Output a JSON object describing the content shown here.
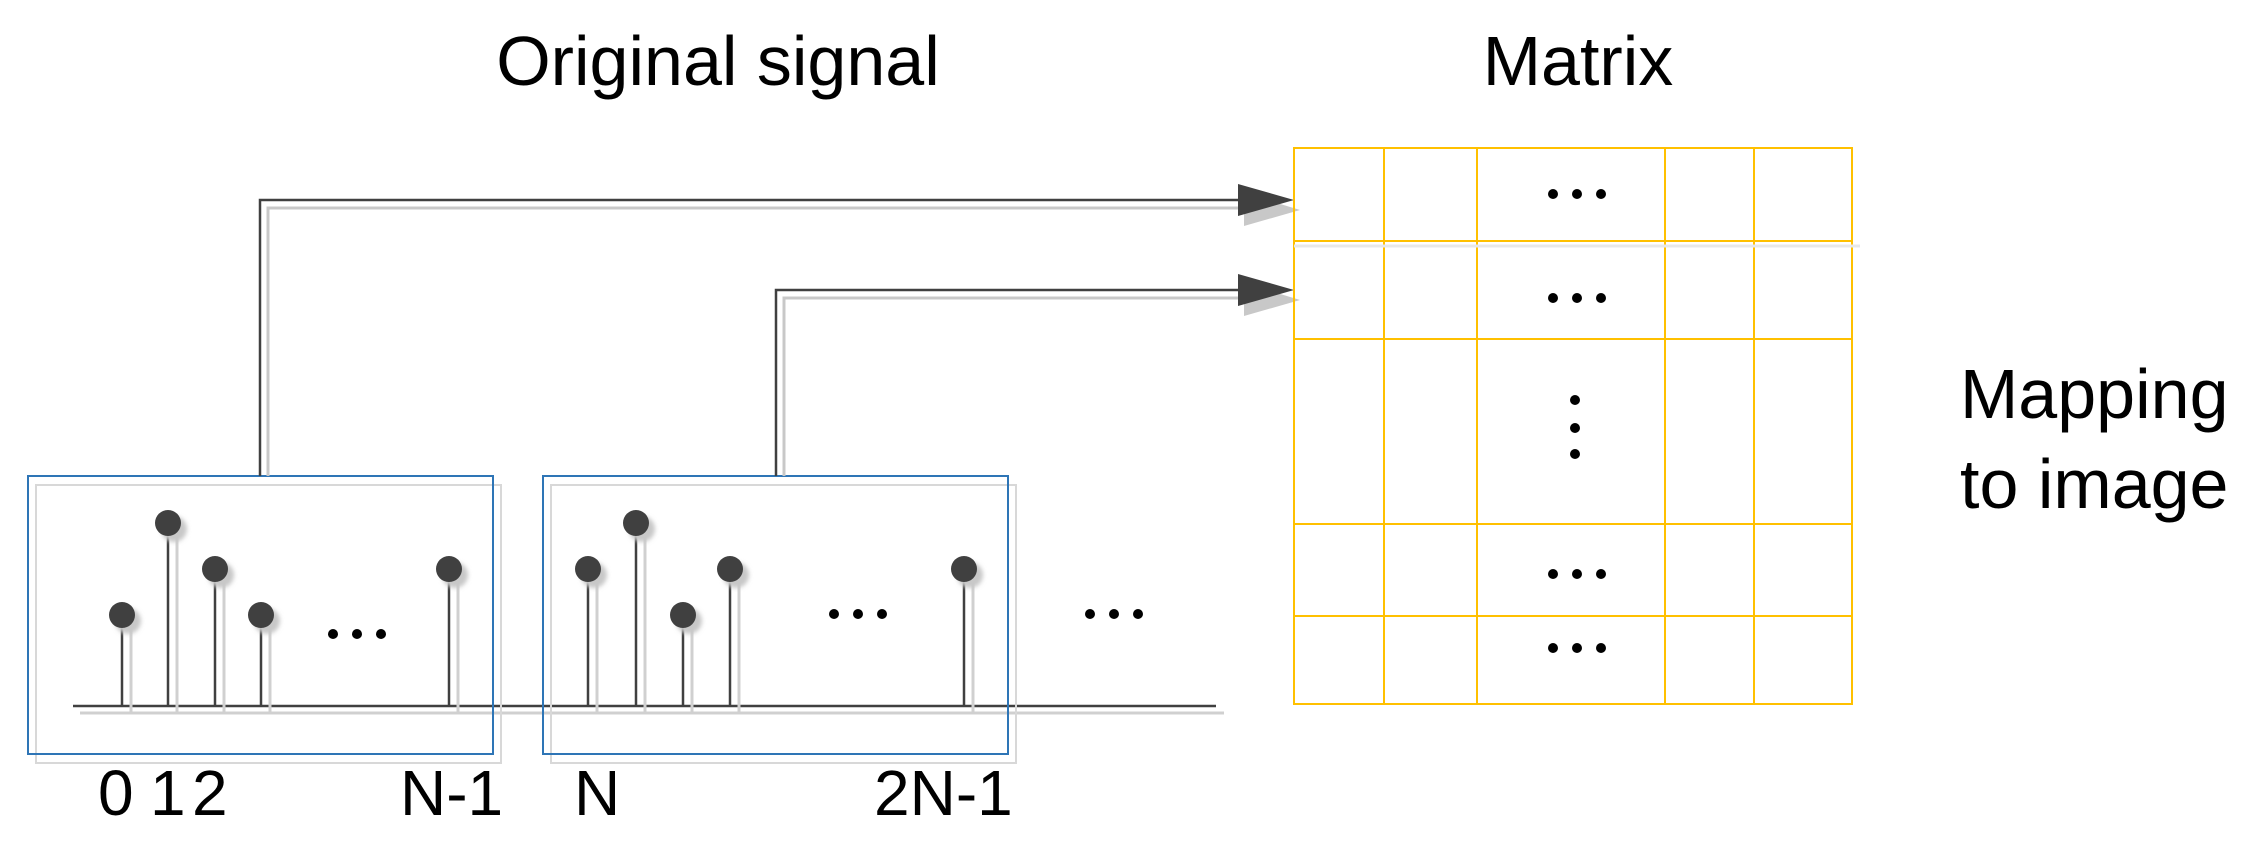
{
  "titles": {
    "signal": "Original signal",
    "matrix": "Matrix"
  },
  "side_label": {
    "line1": "Mapping",
    "line2": "to image"
  },
  "tick_labels": {
    "first_window": [
      "0",
      "1",
      "2",
      "N-1"
    ],
    "second_window": [
      "N",
      "2N-1"
    ]
  },
  "ellipsis": "…",
  "colors": {
    "window_border": "#2e75b6",
    "matrix_grid": "#ffc000",
    "stem": "#404040",
    "axis": "#404040",
    "arrow": "#404040"
  },
  "icons": {
    "arrow_head": "arrow-right-icon",
    "vertical_ellipsis": "vertical-ellipsis-icon"
  }
}
